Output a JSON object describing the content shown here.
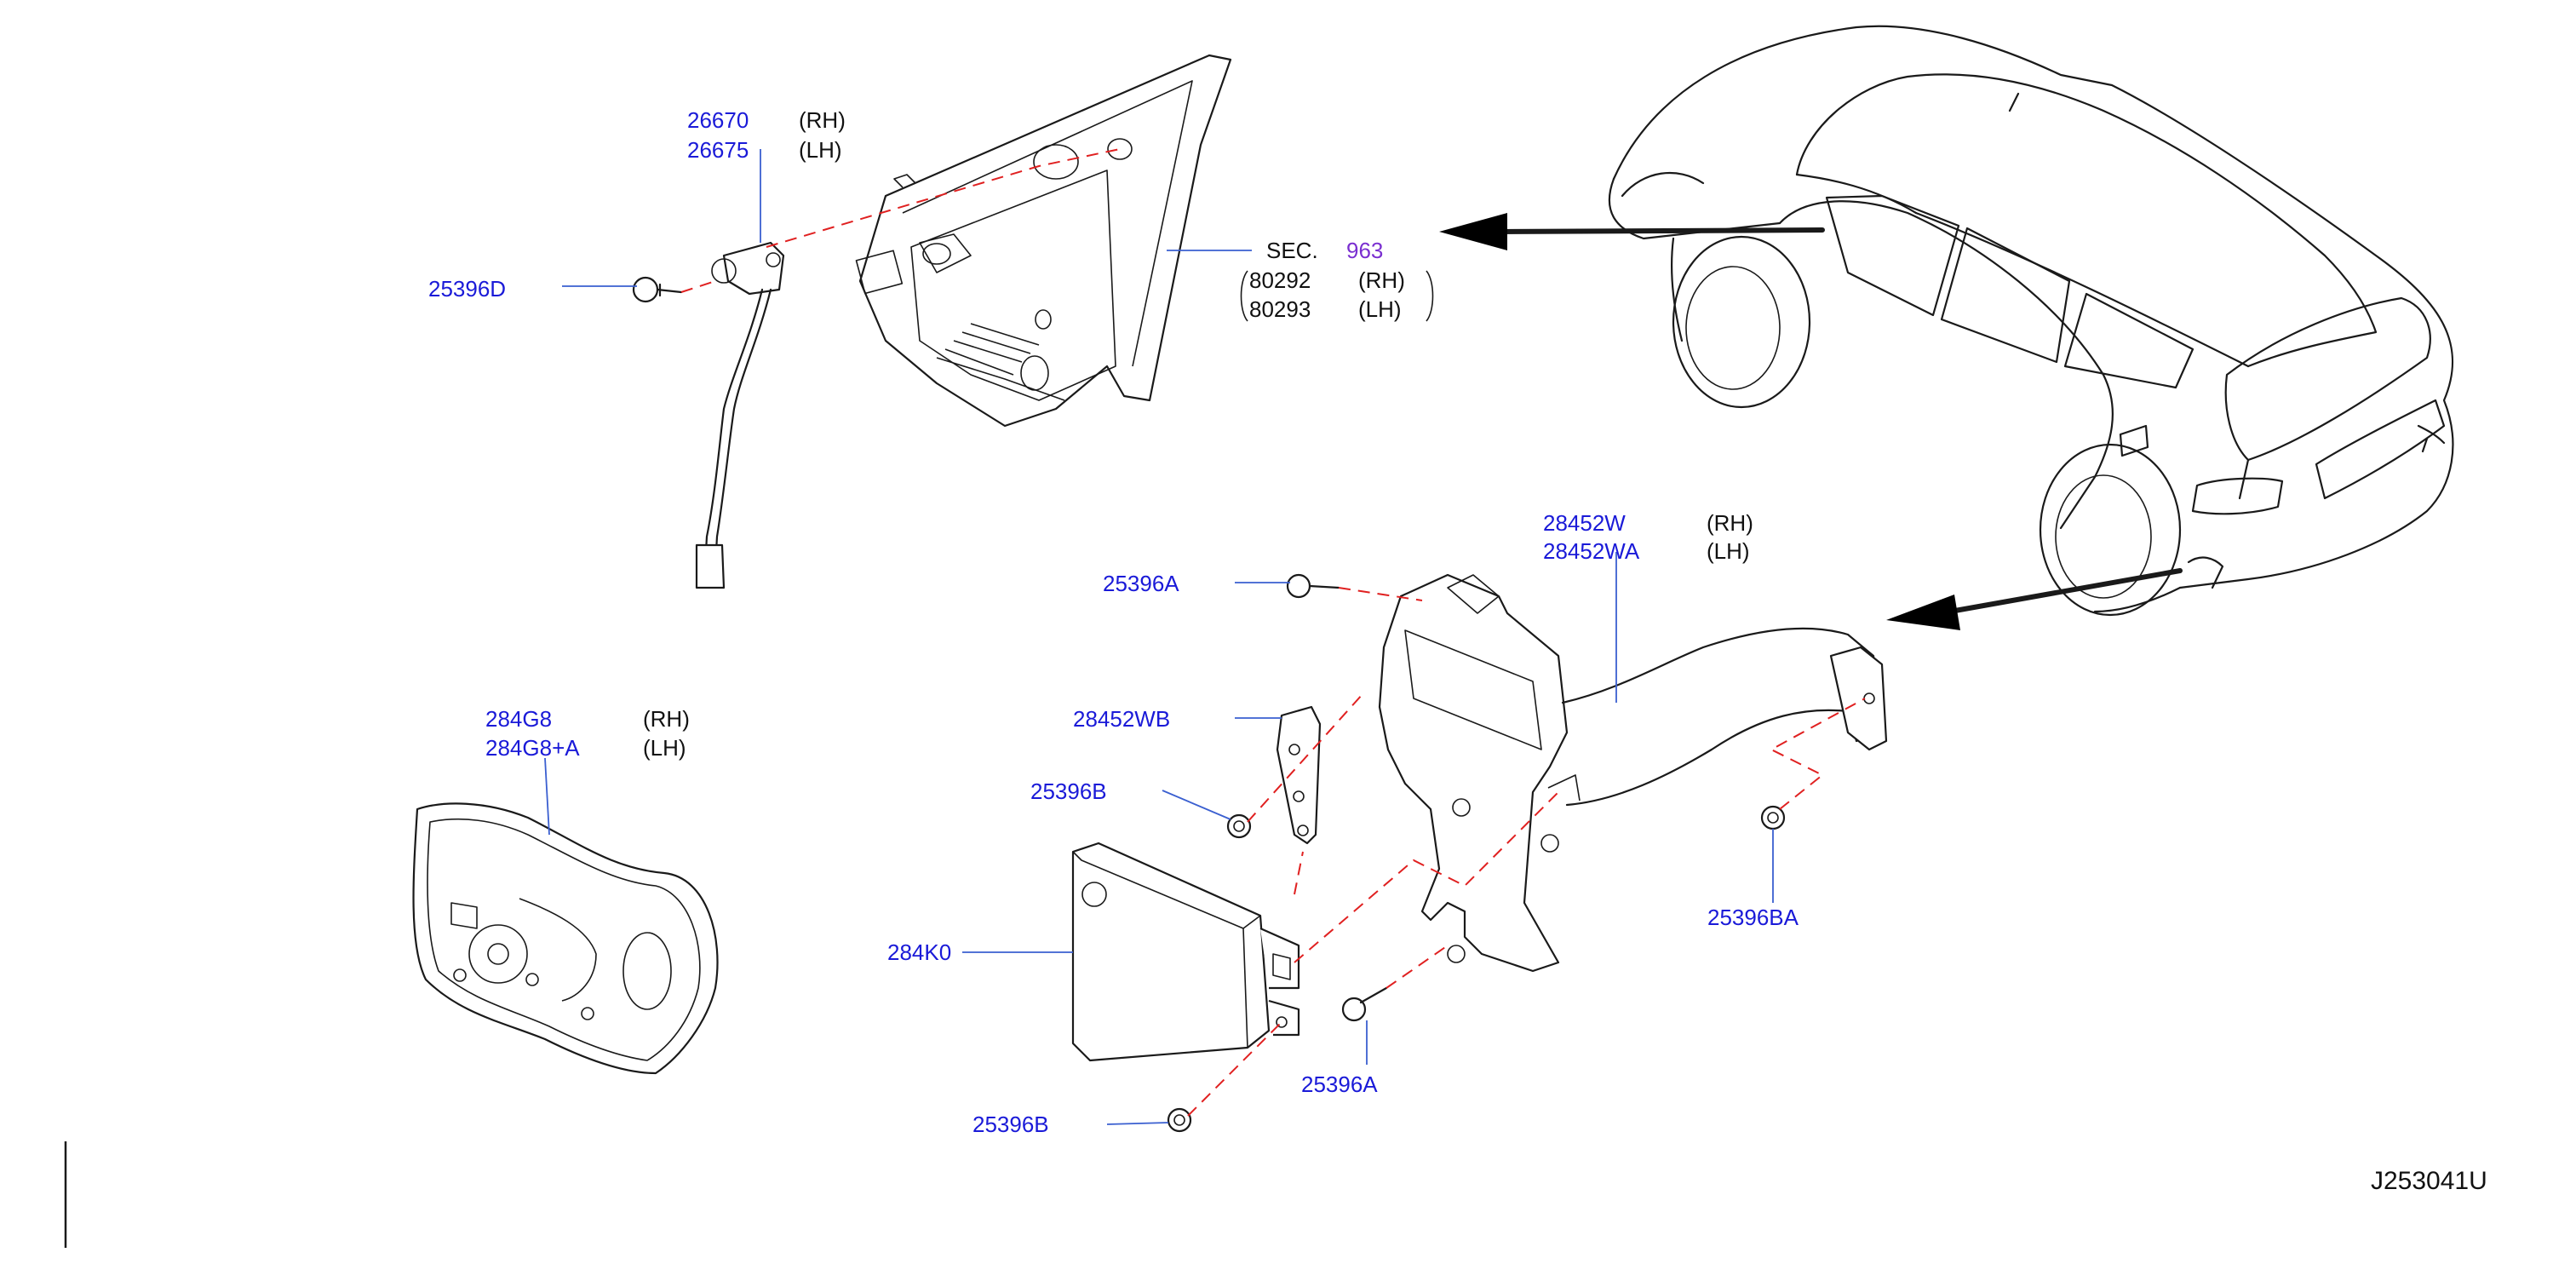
{
  "callouts": {
    "p26670": "26670",
    "p26670_side": "(RH)",
    "p26675": "26675",
    "p26675_side": "(LH)",
    "p25396D": "25396D",
    "sec_prefix": "SEC.",
    "sec_number": "963",
    "p80292": "80292",
    "p80292_side": "(RH)",
    "p80293": "80293",
    "p80293_side": "(LH)",
    "p28452W": "28452W",
    "p28452W_side": "(RH)",
    "p28452WA": "28452WA",
    "p28452WA_side": "(LH)",
    "p25396A_top": "25396A",
    "p28452WB": "28452WB",
    "p25396B_mid": "25396B",
    "p284G8": "284G8",
    "p284G8_side": "(RH)",
    "p284G8A": "284G8+A",
    "p284G8A_side": "(LH)",
    "p284K0": "284K0",
    "p25396BA": "25396BA",
    "p25396A_bottom": "25396A",
    "p25396B_bottom": "25396B"
  },
  "diagram_code": "J253041U",
  "colors": {
    "part_number": "#1a1ad8",
    "section_ref": "#7a2fd0",
    "leader": "#3a5fd0",
    "assembly_dash": "#e02020",
    "outline": "#1a1a1a"
  }
}
